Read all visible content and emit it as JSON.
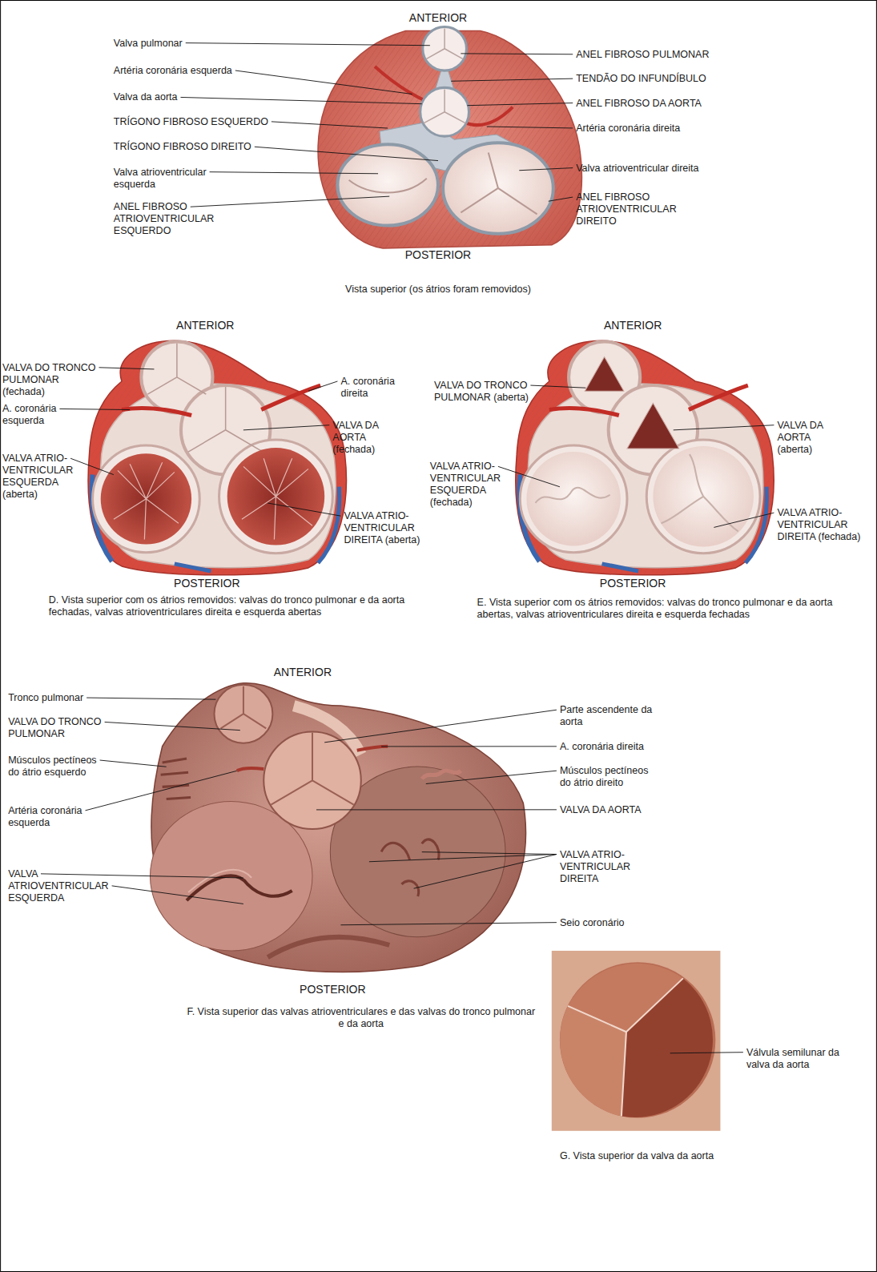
{
  "diagram": {
    "labels": [
      "ANTERIOR",
      "Valva pulmonar",
      "Artéria coronária esquerda",
      "Valva da aorta",
      "TRÍGONO FIBROSO ESQUERDO",
      "TRÍGONO FIBROSO DIREITO",
      "Valva atrioventricular esquerda",
      "ANEL FIBROSO ATRIOVENTRICULAR ESQUERDO",
      "ANEL FIBROSO PULMONAR",
      "TENDÃO DO INFUNDÍBULO",
      "ANEL FIBROSO DA AORTA",
      "Artéria coronária direita",
      "Valva atrioventricular direita",
      "ANEL FIBROSO ATRIOVENTRICULAR DIREITO",
      "POSTERIOR",
      "Vista superior (os átrios foram removidos)",
      "ANTERIOR",
      "VALVA DO TRONCO PULMONAR (fechada)",
      "A. coronária esquerda",
      "VALVA ATRIO- VENTRICULAR ESQUERDA (aberta)",
      "A. coronária direita",
      "VALVA DA AORTA (fechada)",
      "VALVA ATRIO- VENTRICULAR DIREITA (aberta)",
      "POSTERIOR",
      "D. Vista superior com os átrios removidos: valvas do tronco pulmonar e da aorta fechadas, valvas atrioventriculares direita e esquerda abertas",
      "ANTERIOR",
      "VALVA DO TRONCO PULMONAR (aberta)",
      "VALVA DA AORTA (aberta)",
      "VALVA ATRIO- VENTRICULAR ESQUERDA (fechada)",
      "VALVA ATRIO- VENTRICULAR DIREITA (fechada)",
      "POSTERIOR",
      "E. Vista superior com os átrios removidos: valvas do tronco pulmonar e da aorta abertas, valvas atrioventriculares direita e esquerda fechadas",
      "ANTERIOR",
      "Tronco pulmonar",
      "VALVA DO TRONCO PULMONAR",
      "Músculos pectíneos do átrio esquerdo",
      "Artéria coronária esquerda",
      "VALVA ATRIOVENTRICULAR ESQUERDA",
      "Parte ascendente da aorta",
      "A. coronária direita",
      "Músculos pectíneos do átrio direito",
      "VALVA DA AORTA",
      "VALVA ATRIO- VENTRICULAR DIREITA",
      "Seio coronário",
      "POSTERIOR",
      "F. Vista superior das valvas atrioventriculares e das valvas do tronco pulmonar e da aorta",
      "Válvula semilunar da valva da aorta",
      "G. Vista superior da valva da aorta"
    ]
  }
}
